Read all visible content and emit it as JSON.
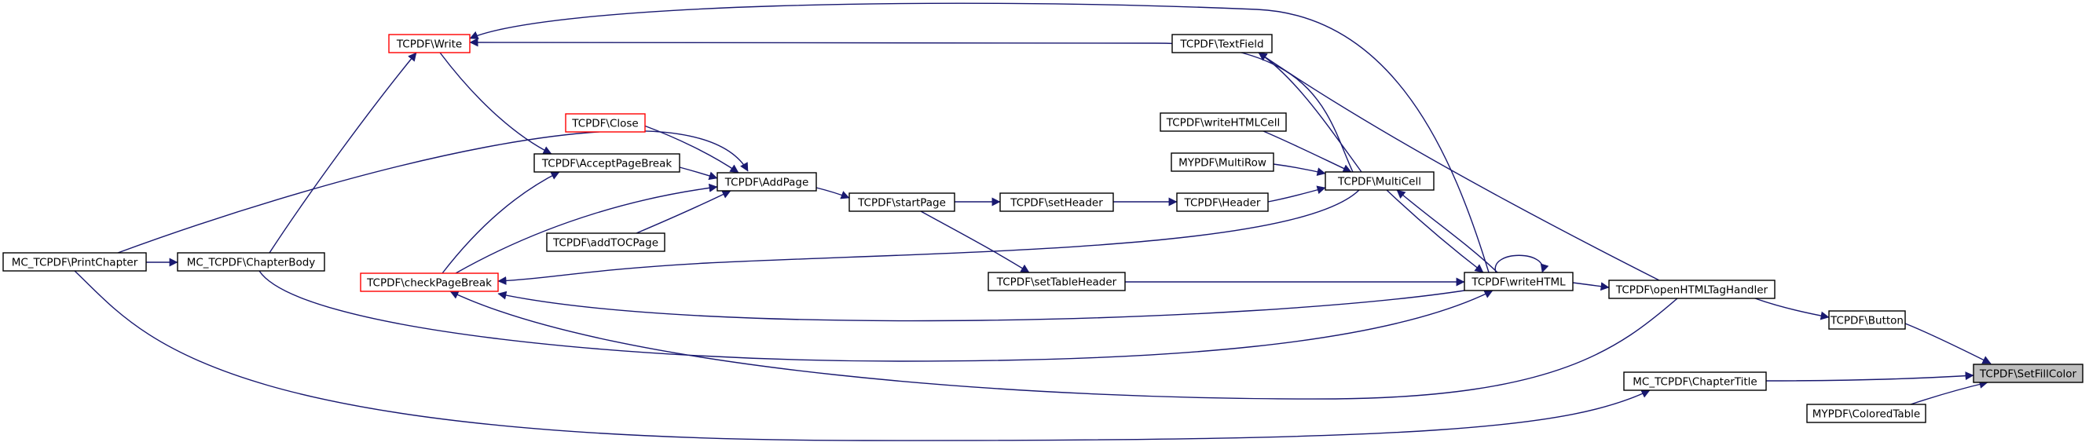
{
  "graph": {
    "colors": {
      "edge": "#191970",
      "node_border": "#000000",
      "node_border_truncated": "#ff0000",
      "node_fill": "#ffffff",
      "root_fill": "#bfbfbf"
    },
    "nodes": [
      {
        "id": "setfillcolor",
        "label": "TCPDF\\SetFillColor",
        "style": "root"
      },
      {
        "id": "button",
        "label": "TCPDF\\Button",
        "style": "normal"
      },
      {
        "id": "chaptertitle",
        "label": "MC_TCPDF\\ChapterTitle",
        "style": "normal"
      },
      {
        "id": "coloredtable",
        "label": "MYPDF\\ColoredTable",
        "style": "normal"
      },
      {
        "id": "openhtmltaghandler",
        "label": "TCPDF\\openHTMLTagHandler",
        "style": "normal"
      },
      {
        "id": "writehtml",
        "label": "TCPDF\\writeHTML",
        "style": "normal"
      },
      {
        "id": "settableheader",
        "label": "TCPDF\\setTableHeader",
        "style": "normal"
      },
      {
        "id": "multicell",
        "label": "TCPDF\\MultiCell",
        "style": "normal"
      },
      {
        "id": "textfield",
        "label": "TCPDF\\TextField",
        "style": "normal"
      },
      {
        "id": "writehtmlcell",
        "label": "TCPDF\\writeHTMLCell",
        "style": "normal"
      },
      {
        "id": "multirow",
        "label": "MYPDF\\MultiRow",
        "style": "normal"
      },
      {
        "id": "header",
        "label": "TCPDF\\Header",
        "style": "normal"
      },
      {
        "id": "setheader",
        "label": "TCPDF\\setHeader",
        "style": "normal"
      },
      {
        "id": "startpage",
        "label": "TCPDF\\startPage",
        "style": "normal"
      },
      {
        "id": "addpage",
        "label": "TCPDF\\AddPage",
        "style": "normal"
      },
      {
        "id": "close",
        "label": "TCPDF\\Close",
        "style": "truncated"
      },
      {
        "id": "addtocpage",
        "label": "TCPDF\\addTOCPage",
        "style": "normal"
      },
      {
        "id": "acceptpagebreak",
        "label": "TCPDF\\AcceptPageBreak",
        "style": "normal"
      },
      {
        "id": "write",
        "label": "TCPDF\\Write",
        "style": "truncated"
      },
      {
        "id": "checkpagebreak",
        "label": "TCPDF\\checkPageBreak",
        "style": "truncated"
      },
      {
        "id": "chapterbody",
        "label": "MC_TCPDF\\ChapterBody",
        "style": "normal"
      },
      {
        "id": "printchapter",
        "label": "MC_TCPDF\\PrintChapter",
        "style": "normal"
      }
    ],
    "edges": [
      {
        "from": "button",
        "to": "setfillcolor"
      },
      {
        "from": "chaptertitle",
        "to": "setfillcolor"
      },
      {
        "from": "coloredtable",
        "to": "setfillcolor"
      },
      {
        "from": "openhtmltaghandler",
        "to": "button"
      },
      {
        "from": "printchapter",
        "to": "chaptertitle"
      },
      {
        "from": "writehtml",
        "to": "openhtmltaghandler"
      },
      {
        "from": "openhtmltaghandler",
        "to": "textfield"
      },
      {
        "from": "openhtmltaghandler",
        "to": "checkpagebreak"
      },
      {
        "from": "settableheader",
        "to": "writehtml"
      },
      {
        "from": "multicell",
        "to": "writehtml"
      },
      {
        "from": "writehtml",
        "to": "multicell"
      },
      {
        "from": "writehtml",
        "to": "writehtml"
      },
      {
        "from": "chapterbody",
        "to": "writehtml"
      },
      {
        "from": "writehtml",
        "to": "checkpagebreak"
      },
      {
        "from": "writehtml",
        "to": "write"
      },
      {
        "from": "startpage",
        "to": "settableheader"
      },
      {
        "from": "multicell",
        "to": "textfield"
      },
      {
        "from": "writehtmlcell",
        "to": "multicell"
      },
      {
        "from": "multirow",
        "to": "multicell"
      },
      {
        "from": "header",
        "to": "multicell"
      },
      {
        "from": "multicell",
        "to": "write"
      },
      {
        "from": "multicell",
        "to": "checkpagebreak"
      },
      {
        "from": "setheader",
        "to": "header"
      },
      {
        "from": "startpage",
        "to": "setheader"
      },
      {
        "from": "addpage",
        "to": "startpage"
      },
      {
        "from": "close",
        "to": "addpage"
      },
      {
        "from": "addtocpage",
        "to": "addpage"
      },
      {
        "from": "acceptpagebreak",
        "to": "addpage"
      },
      {
        "from": "checkpagebreak",
        "to": "addpage"
      },
      {
        "from": "printchapter",
        "to": "addpage"
      },
      {
        "from": "write",
        "to": "acceptpagebreak"
      },
      {
        "from": "checkpagebreak",
        "to": "acceptpagebreak"
      },
      {
        "from": "chapterbody",
        "to": "write"
      },
      {
        "from": "printchapter",
        "to": "chapterbody"
      }
    ]
  }
}
